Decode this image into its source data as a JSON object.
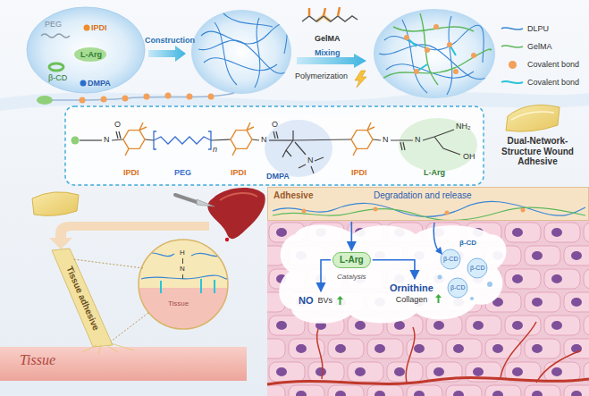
{
  "diagram": {
    "nodes": [
      {
        "text": [
          "PEG",
          "IPDI",
          "L-Arg",
          "β-CD",
          "DMPA"
        ]
      },
      {
        "text": [
          "IPDI",
          "PEG",
          "IPDI",
          "DMPA",
          "IPDI",
          "L-Arg"
        ]
      },
      {
        "text": [
          "Adhesive",
          "Degradation and release"
        ]
      },
      {
        "text": [
          "L-Arg"
        ]
      },
      {
        "text": [
          "NO",
          "BVs"
        ]
      },
      {
        "text": [
          "Ornithine",
          "Collagen"
        ]
      }
    ],
    "edges": [
      {
        "from": 2,
        "to": 3,
        "arrow": "to"
      },
      {
        "from": 3,
        "to": 4,
        "arrow": "to"
      },
      {
        "from": 3,
        "to": 5,
        "arrow": "to"
      }
    ],
    "labels": [
      "Construction",
      "GelMA",
      "Mixing",
      "Polymerization",
      "Dual-Network-Structure Wound Adhesive",
      "Tissue adhesive",
      "Tissue",
      "Tissue",
      "Catalysis",
      "β-CD",
      "β-CD",
      "β-CD",
      "β-CD",
      "N",
      "O",
      "n",
      "N",
      "O",
      "N",
      "N",
      "N",
      "NH₂",
      "OH",
      "H",
      "N"
    ],
    "legend": [
      {
        "text": "DLPU"
      },
      {
        "text": "GelMA"
      },
      {
        "text": "Covalent bond",
        "color": "#f4a05a"
      },
      {
        "text": "Covalent bond"
      }
    ]
  }
}
